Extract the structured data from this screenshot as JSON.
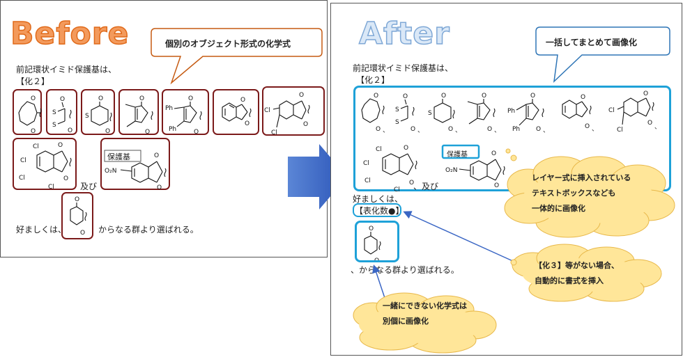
{
  "before": {
    "title": "Before",
    "callout": "個別のオブジェクト形式の化学式",
    "intro": "前記環状イミド保護基は、",
    "ref": "【化２】",
    "protect_label": "保護基",
    "and_text": "及び",
    "preferred_text": "好ましくは、",
    "group_text": "からなる群より選ばれる。"
  },
  "after": {
    "title": "After",
    "callout": "一括してまとめて画像化",
    "intro": "前記環状イミド保護基は、",
    "ref": "【化２】",
    "protect_label": "保護基",
    "and_text": "、及び",
    "preferred_text": "好ましくは、",
    "table_ref": "【表化数●】",
    "group_text": "、からなる群より選ばれる。"
  },
  "clouds": {
    "textbox_note": [
      "レイヤー式に挿入されている",
      "テキストボックスなども",
      "一体的に画像化"
    ],
    "format_note": [
      "【化３】等がない場合、",
      "自動的に書式を挿入"
    ],
    "separate_note": [
      "一緒にできない化学式は",
      "別個に画像化"
    ]
  },
  "atoms": {
    "S": "S",
    "Cl": "Cl",
    "Ph": "Ph",
    "O": "O",
    "N": "N"
  },
  "colors": {
    "before_title": "#ed7d31",
    "after_title": "#9dc3e6",
    "blue_border": "#1ea1d8",
    "red_border": "#7b1a1a",
    "arrow": "#3a66c4",
    "cloud": "#ffe699"
  }
}
